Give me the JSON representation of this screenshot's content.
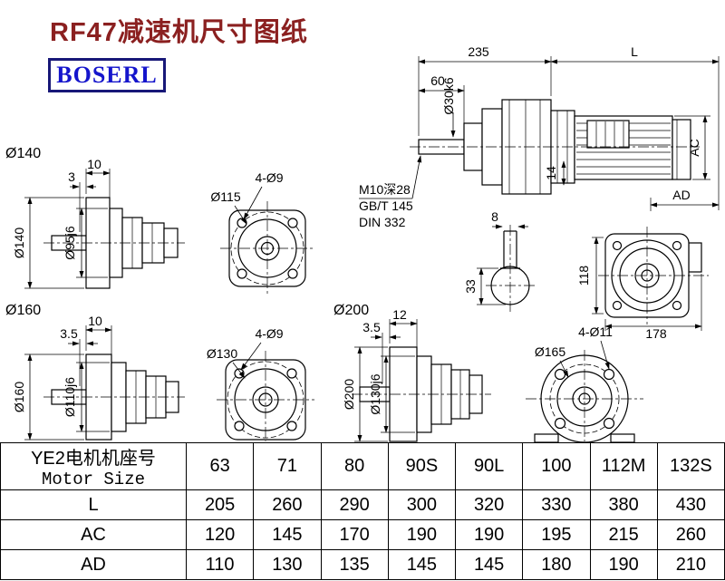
{
  "title": "RF47减速机尺寸图纸",
  "logo_text": "BOSERL",
  "colors": {
    "title": "#8b2020",
    "logo_text": "#1515cc",
    "logo_border": "#181878",
    "drawing_line": "#000000"
  },
  "assembly": {
    "dim_total_front": "235",
    "dim_motor_length": "L",
    "dim_shaft_length": "60",
    "shaft_diameter": "Ø30k6",
    "dim_motor_height": "AC",
    "dim_flange_offset": "14",
    "dim_motor_width": "AD",
    "tap_note_line1": "M10深28",
    "tap_note_line2": "GB/T 145",
    "tap_note_line3": "DIN 332",
    "key_width": "8",
    "key_height": "33",
    "rear_height": "118",
    "rear_width": "178"
  },
  "flange140": {
    "label": "Ø140",
    "flange_width": "10",
    "shoulder": "3",
    "outer_dia": "Ø140",
    "pilot_dia": "Ø95j6"
  },
  "square115": {
    "holes": "4-Ø9",
    "bolt_circle": "Ø115"
  },
  "flange160": {
    "label": "Ø160",
    "flange_width": "10",
    "shoulder": "3.5",
    "outer_dia": "Ø160",
    "pilot_dia": "Ø110j6"
  },
  "square130": {
    "holes": "4-Ø9",
    "bolt_circle": "Ø130"
  },
  "flange200": {
    "label": "Ø200",
    "flange_width": "12",
    "shoulder": "3.5",
    "outer_dia": "Ø200",
    "pilot_dia": "Ø130j6"
  },
  "round165": {
    "holes": "4-Ø11",
    "bolt_circle": "Ø165"
  },
  "table": {
    "header_line1": "YE2电机机座号",
    "header_line2": "Motor Size",
    "sizes": [
      "63",
      "71",
      "80",
      "90S",
      "90L",
      "100",
      "112M",
      "132S"
    ],
    "rows": [
      {
        "label": "L",
        "values": [
          "205",
          "260",
          "290",
          "300",
          "320",
          "330",
          "380",
          "430"
        ]
      },
      {
        "label": "AC",
        "values": [
          "120",
          "145",
          "170",
          "190",
          "190",
          "195",
          "215",
          "260"
        ]
      },
      {
        "label": "AD",
        "values": [
          "110",
          "130",
          "135",
          "145",
          "145",
          "180",
          "190",
          "210"
        ]
      }
    ]
  }
}
